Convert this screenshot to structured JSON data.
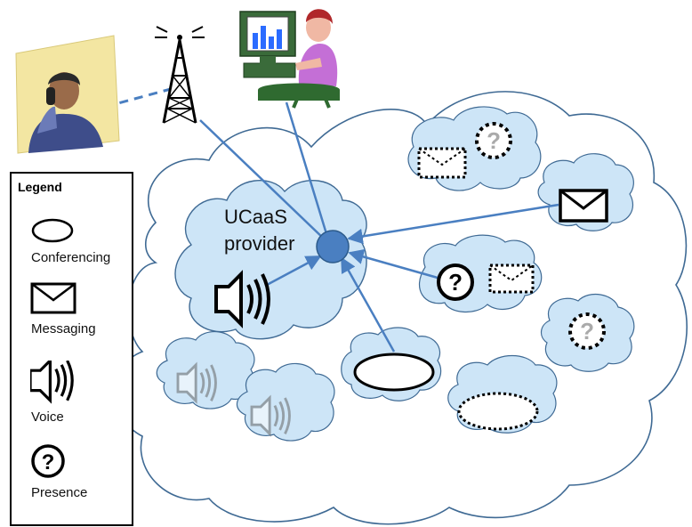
{
  "provider": {
    "line1": "UCaaS",
    "line2": "provider"
  },
  "legend": {
    "title": "Legend",
    "items": [
      {
        "label": "Conferencing",
        "icon": "ellipse-icon"
      },
      {
        "label": "Messaging",
        "icon": "envelope-icon"
      },
      {
        "label": "Voice",
        "icon": "speaker-icon"
      },
      {
        "label": "Presence",
        "icon": "question-circle-icon"
      }
    ]
  },
  "colors": {
    "cloud_fill": "#cde5f7",
    "cloud_stroke": "#3f6a94",
    "hub": "#4a7fc1",
    "connector": "#4a7fc1"
  },
  "presence_symbol": "?"
}
